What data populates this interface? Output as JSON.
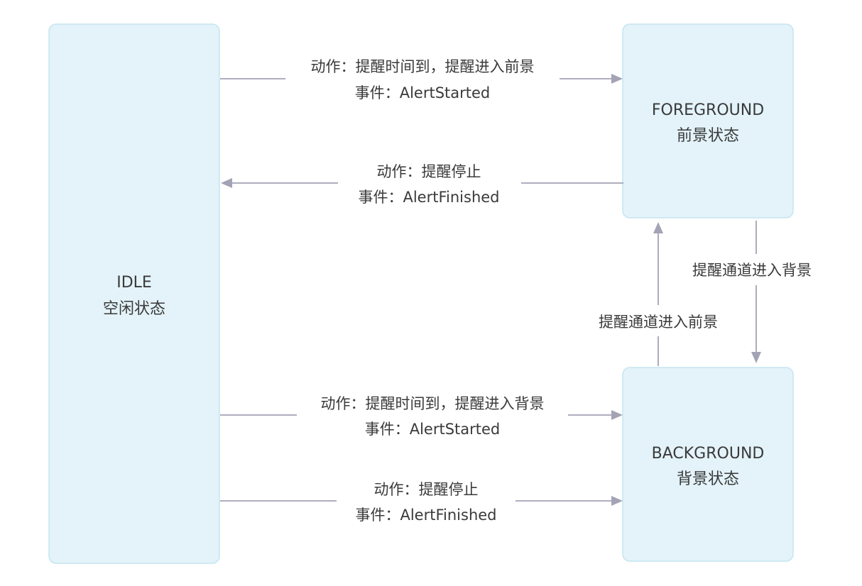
{
  "states": {
    "idle": {
      "name": "IDLE",
      "desc": "空闲状态"
    },
    "foreground": {
      "name": "FOREGROUND",
      "desc": "前景状态"
    },
    "background": {
      "name": "BACKGROUND",
      "desc": "背景状态"
    }
  },
  "transitions": {
    "idle_to_foreground": {
      "action": "动作：提醒时间到，提醒进入前景",
      "event": "事件：AlertStarted"
    },
    "foreground_to_idle": {
      "action": "动作：提醒停止",
      "event": "事件：AlertFinished"
    },
    "foreground_to_background": {
      "label": "提醒通道进入背景"
    },
    "background_to_foreground": {
      "label": "提醒通道进入前景"
    },
    "idle_to_background": {
      "action": "动作：提醒时间到，提醒进入背景",
      "event": "事件：AlertStarted"
    },
    "idle_to_background_finished": {
      "action": "动作：提醒停止",
      "event": "事件：AlertFinished"
    }
  },
  "colors": {
    "box_fill": "#e3f3f9",
    "box_stroke": "#c5e5f0",
    "edge": "#a3a3b5",
    "text": "#3a3a3a"
  }
}
